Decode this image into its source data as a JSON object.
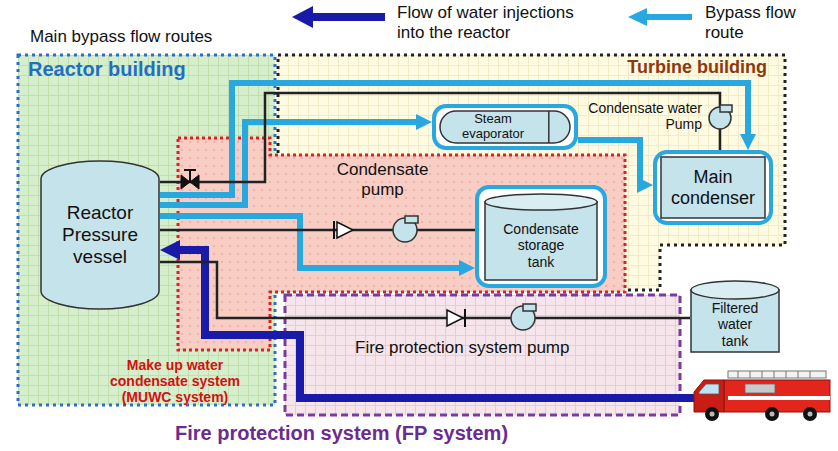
{
  "diagram": {
    "nodes": [
      {
        "text": [
          "Reactor building"
        ]
      },
      {
        "text": [
          "Reactor Pressure vessel"
        ],
        "in": 0
      },
      {
        "text": [
          "Turbine building"
        ]
      },
      {
        "text": [
          "Steam evaporator"
        ],
        "in": 2
      },
      {
        "text": [
          "Main condenser"
        ],
        "in": 2
      },
      {
        "text": [
          "Make up water condensate system (MUWC system)"
        ]
      },
      {
        "text": [
          "Condensate storage tank"
        ],
        "in": 5
      },
      {
        "text": [
          "Filtered water tank"
        ]
      },
      {
        "text": [
          "Fire protection system (FP system)"
        ]
      }
    ],
    "edges": [
      {
        "from": 1,
        "to": 3,
        "arrow": "to"
      },
      {
        "from": 1,
        "to": 4,
        "arrow": "to"
      },
      {
        "from": 3,
        "to": 4,
        "arrow": "to"
      },
      {
        "from": 1,
        "to": 6,
        "arrow": "to"
      },
      {
        "from": 6,
        "to": 1,
        "arrow": "none"
      },
      {
        "from": 7,
        "to": 8,
        "arrow": "none"
      },
      {
        "from": 8,
        "to": 1,
        "arrow": "to"
      },
      {
        "from": 8,
        "to": 1,
        "arrow": "none"
      },
      {
        "from": 4,
        "to": 1,
        "arrow": "none"
      }
    ],
    "labels": [
      "Main bypass flow routes",
      "Condensate water Pump",
      "Condensate pump",
      "Fire protection system pump"
    ],
    "legend": [
      {
        "text": "Flow of water injections into the reactor"
      },
      {
        "text": "Bypass flow route"
      }
    ]
  }
}
